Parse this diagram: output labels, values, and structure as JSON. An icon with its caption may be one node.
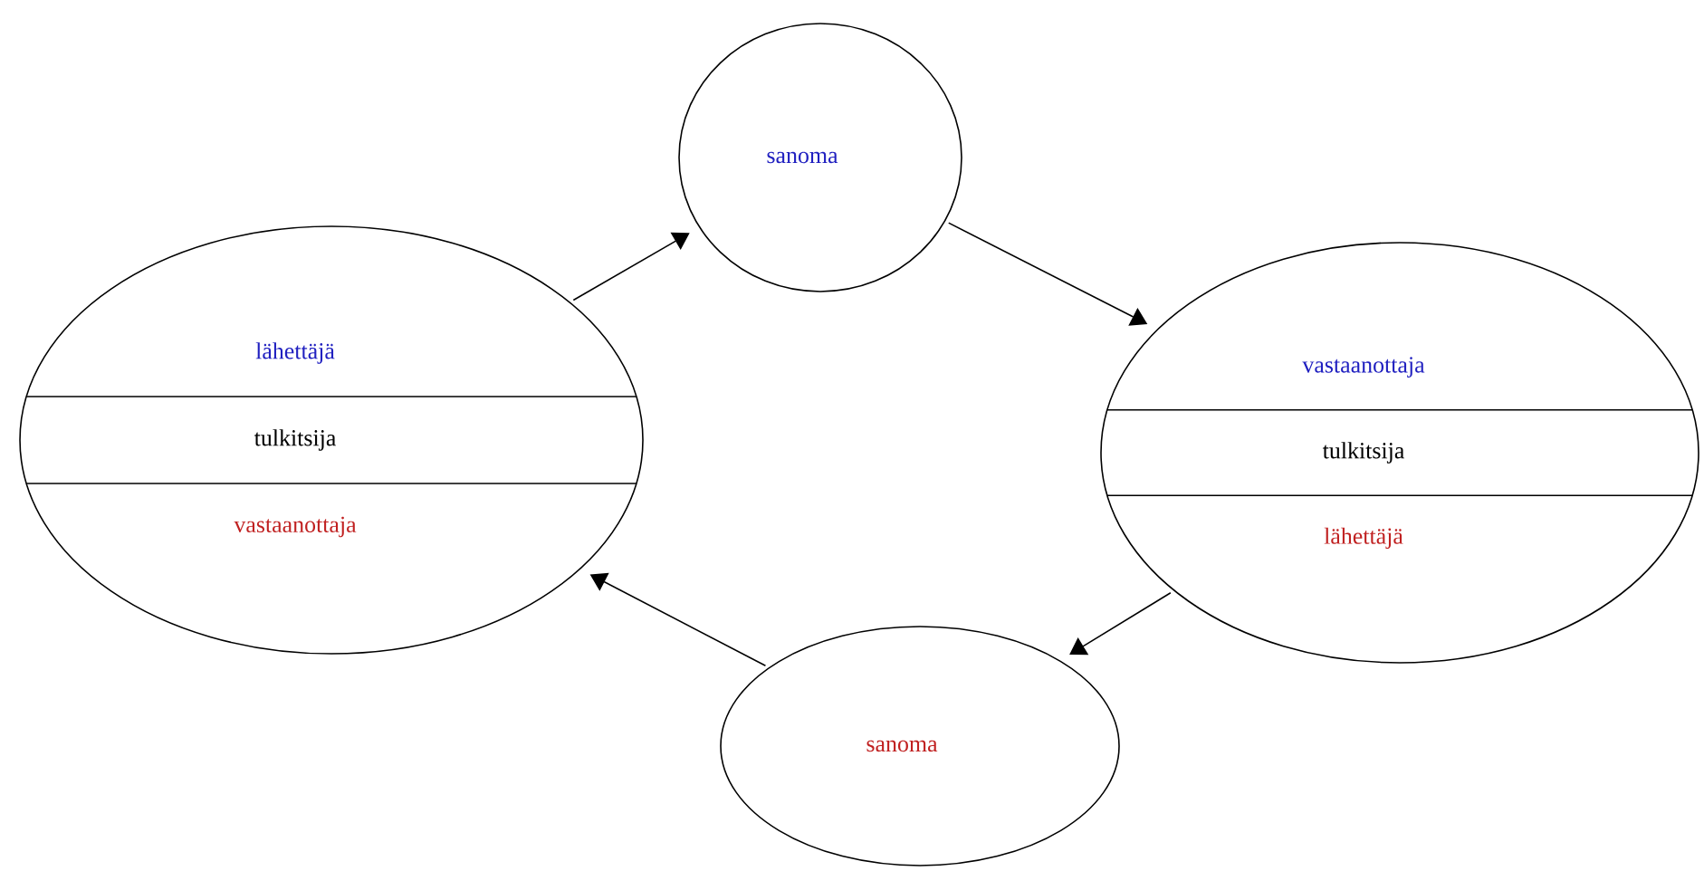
{
  "diagram": {
    "nodes": [
      {
        "text": [
          "lähettäjä",
          "tulkitsija",
          "vastaanottaja"
        ]
      },
      {
        "text": [
          "sanoma"
        ]
      },
      {
        "text": [
          "vastaanottaja",
          "tulkitsija",
          "lähettäjä"
        ]
      },
      {
        "text": [
          "sanoma"
        ]
      }
    ],
    "edges": [
      {
        "from": 0,
        "to": 1,
        "arrow": "to"
      },
      {
        "from": 1,
        "to": 2,
        "arrow": "to"
      },
      {
        "from": 2,
        "to": 3,
        "arrow": "to"
      },
      {
        "from": 3,
        "to": 0,
        "arrow": "to"
      }
    ]
  }
}
